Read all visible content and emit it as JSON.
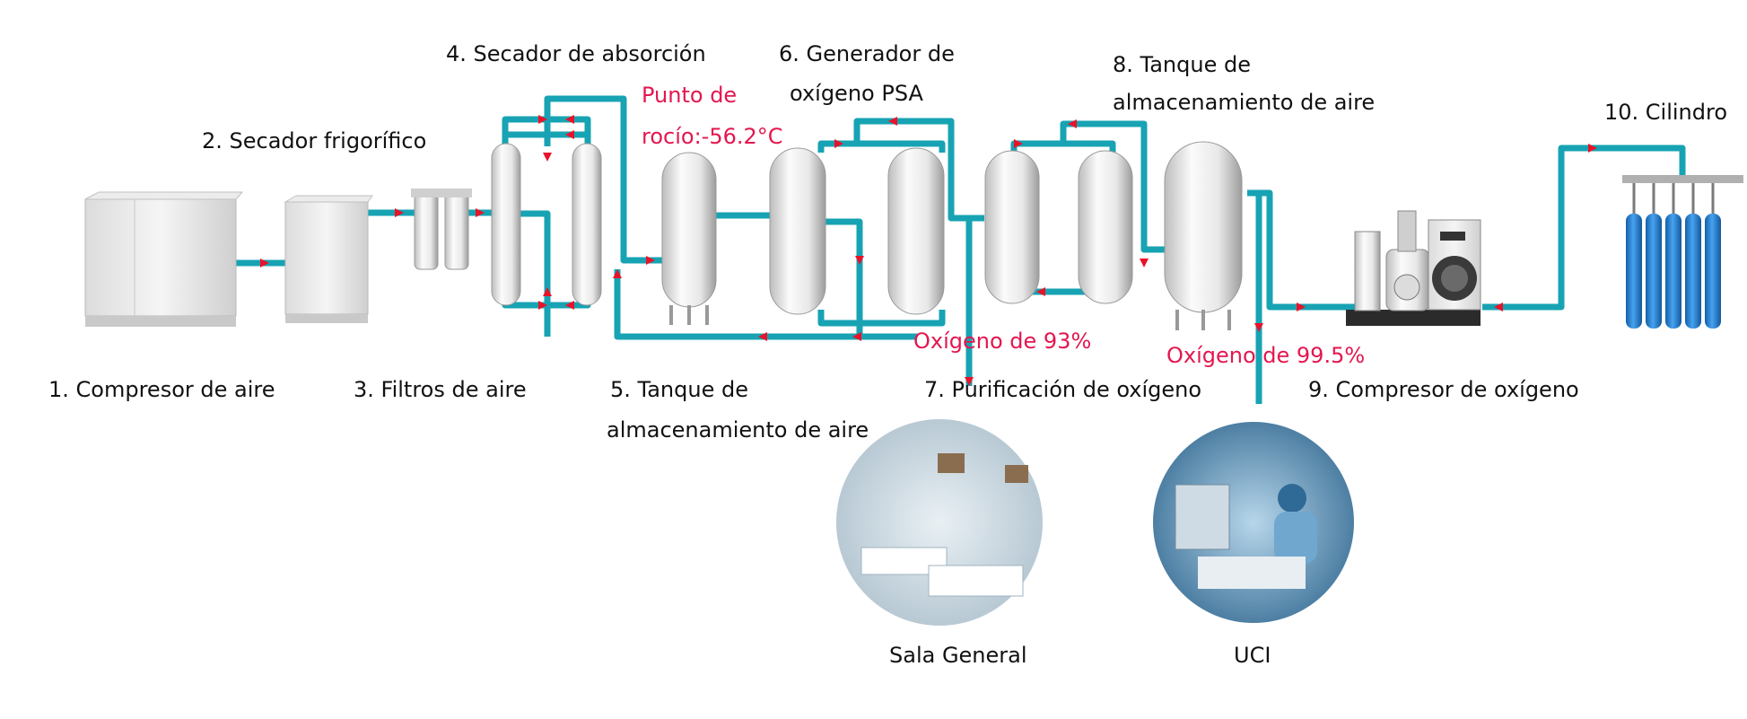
{
  "colors": {
    "pipe": "#17a3b3",
    "arrow": "#e8132a",
    "tank_light": "#f4f4f4",
    "tank_dark": "#a9a9a9",
    "highlight": "#e3174f",
    "cylinder": "#1f7fd6"
  },
  "labels": {
    "compressor": "1. Compresor de aire",
    "fridge_dryer": "2. Secador frigorífico",
    "filters": "3. Filtros de aire",
    "absorption_dryer": "4. Secador de absorción",
    "air_tank_5_line1": "5. Tanque de",
    "air_tank_5_line2": "almacenamiento de aire",
    "psa_line1": "6. Generador de",
    "psa_line2": "oxígeno PSA",
    "purification": "7. Purificación de oxígeno",
    "air_tank_8_line1": "8. Tanque de",
    "air_tank_8_line2": "almacenamiento de aire",
    "oxygen_compressor": "9. Compresor de oxígeno",
    "cylinder": "10. Cilindro"
  },
  "annotations": {
    "dew_point_line1": "Punto de",
    "dew_point_line2": "rocío:-56.2°C",
    "oxygen_93": "Oxígeno de 93%",
    "oxygen_995": "Oxígeno de 99.5%"
  },
  "photos": {
    "ward": "Sala General",
    "icu": "UCI"
  }
}
